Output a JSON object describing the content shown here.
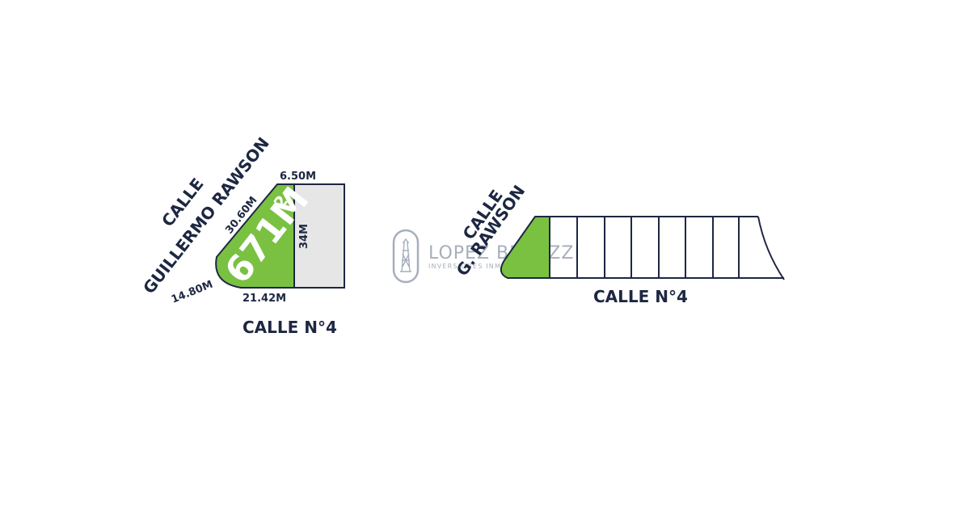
{
  "left_plan": {
    "street_top_line1": "CALLE",
    "street_top_line2": "GUILLERMO RAWSON",
    "street_bottom": "CALLE N°4",
    "area": "671M",
    "area_sup": "2",
    "dims": {
      "top": "6.50M",
      "diagonal": "30.60M",
      "right": "34M",
      "bottom": "21.42M",
      "corner": "14.80M"
    }
  },
  "right_plan": {
    "street_top_line1": "CALLE",
    "street_top_line2": "G. RAWSON",
    "street_bottom": "CALLE N°4"
  },
  "watermark": {
    "title": "LOPEZ BESOZZI",
    "subtitle": "INVERSIONES INMOBILIARIAS"
  },
  "colors": {
    "lot_green": "#7ac142",
    "neighbor_gray": "#e6e6e6",
    "line": "#1d2742",
    "watermark": "#8a93a6"
  }
}
